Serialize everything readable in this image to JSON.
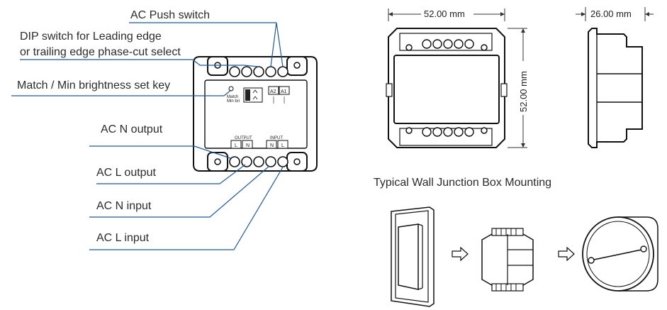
{
  "callouts": {
    "ac_push_switch": "AC Push switch",
    "dip_switch_line1": "DIP switch for Leading edge",
    "dip_switch_line2": "or trailing edge phase-cut select",
    "match_key": "Match / Min brightness set key",
    "ac_n_output": "AC N output",
    "ac_l_output": "AC L output",
    "ac_n_input": "AC N input",
    "ac_l_input": "AC L input"
  },
  "device_labels": {
    "match_line1": "Match",
    "match_line2": "Min bri",
    "a2": "A2",
    "a1": "A1",
    "output": "OUTPUT",
    "input": "INPUT",
    "out_l": "L",
    "out_n": "N",
    "in_n": "N",
    "in_l": "L"
  },
  "dimensions": {
    "front_width": "52.00 mm",
    "front_height": "52.00 mm",
    "side_depth": "26.00 mm"
  },
  "mounting": {
    "title": "Typical Wall Junction Box Mounting"
  },
  "colors": {
    "leader": "#1f5a96",
    "ink": "#111111"
  }
}
